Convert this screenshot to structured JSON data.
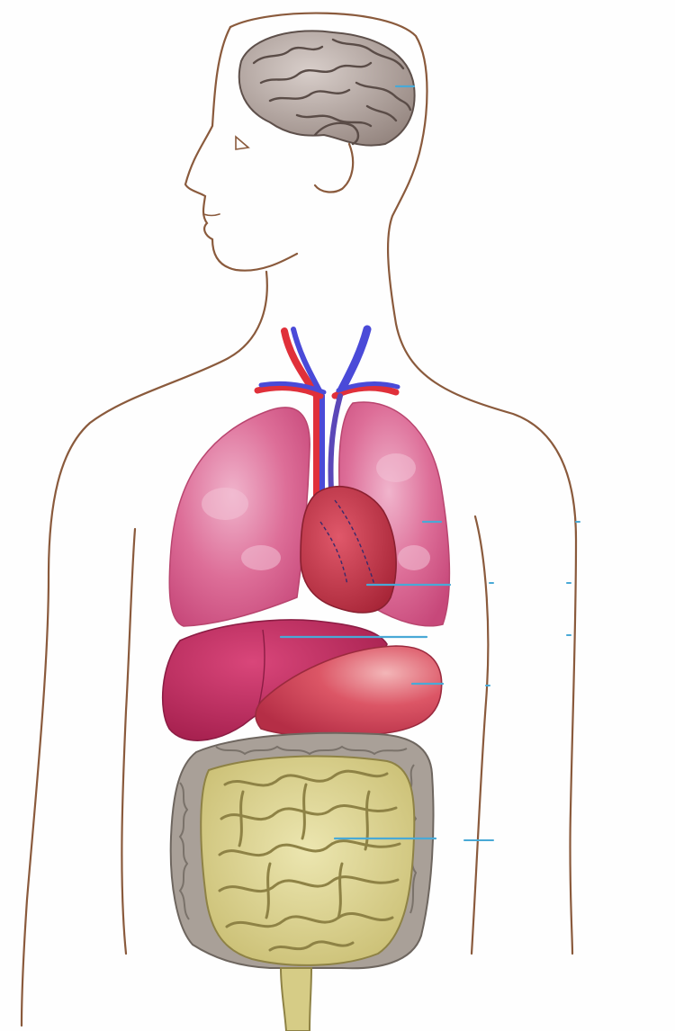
{
  "figure": {
    "kind": "human internal organs anatomy diagram (unlabeled worksheet)",
    "organs": [
      {
        "id": "brain",
        "icon": "brain-icon"
      },
      {
        "id": "trachea-vessels",
        "icon": "blood-vessels-icon"
      },
      {
        "id": "right-lung",
        "icon": "lung-icon"
      },
      {
        "id": "left-lung",
        "icon": "lung-icon"
      },
      {
        "id": "heart",
        "icon": "heart-icon"
      },
      {
        "id": "liver",
        "icon": "liver-icon"
      },
      {
        "id": "stomach",
        "icon": "stomach-icon"
      },
      {
        "id": "large-intestine",
        "icon": "intestine-icon"
      },
      {
        "id": "small-intestine",
        "icon": "intestine-icon"
      }
    ],
    "label_lines": [
      {
        "organ": "brain"
      },
      {
        "organ": "lung"
      },
      {
        "organ": "heart"
      },
      {
        "organ": "liver"
      },
      {
        "organ": "stomach"
      },
      {
        "organ": "intestine"
      }
    ]
  },
  "colors": {
    "outline": "#8a5a3c",
    "brain": "#b9aca6",
    "brain_fold": "#6a5a55",
    "lung": "#d9608e",
    "lung_highlight": "#eba6c3",
    "heart": "#c83a4e",
    "liver": "#c52f62",
    "stomach": "#d6465a",
    "intestine": "#d9d08a",
    "intestine_fold": "#8e8245",
    "colon": "#a39a92",
    "artery": "#e0303a",
    "vein": "#4a4ad8",
    "label_line": "#49a9d6"
  }
}
